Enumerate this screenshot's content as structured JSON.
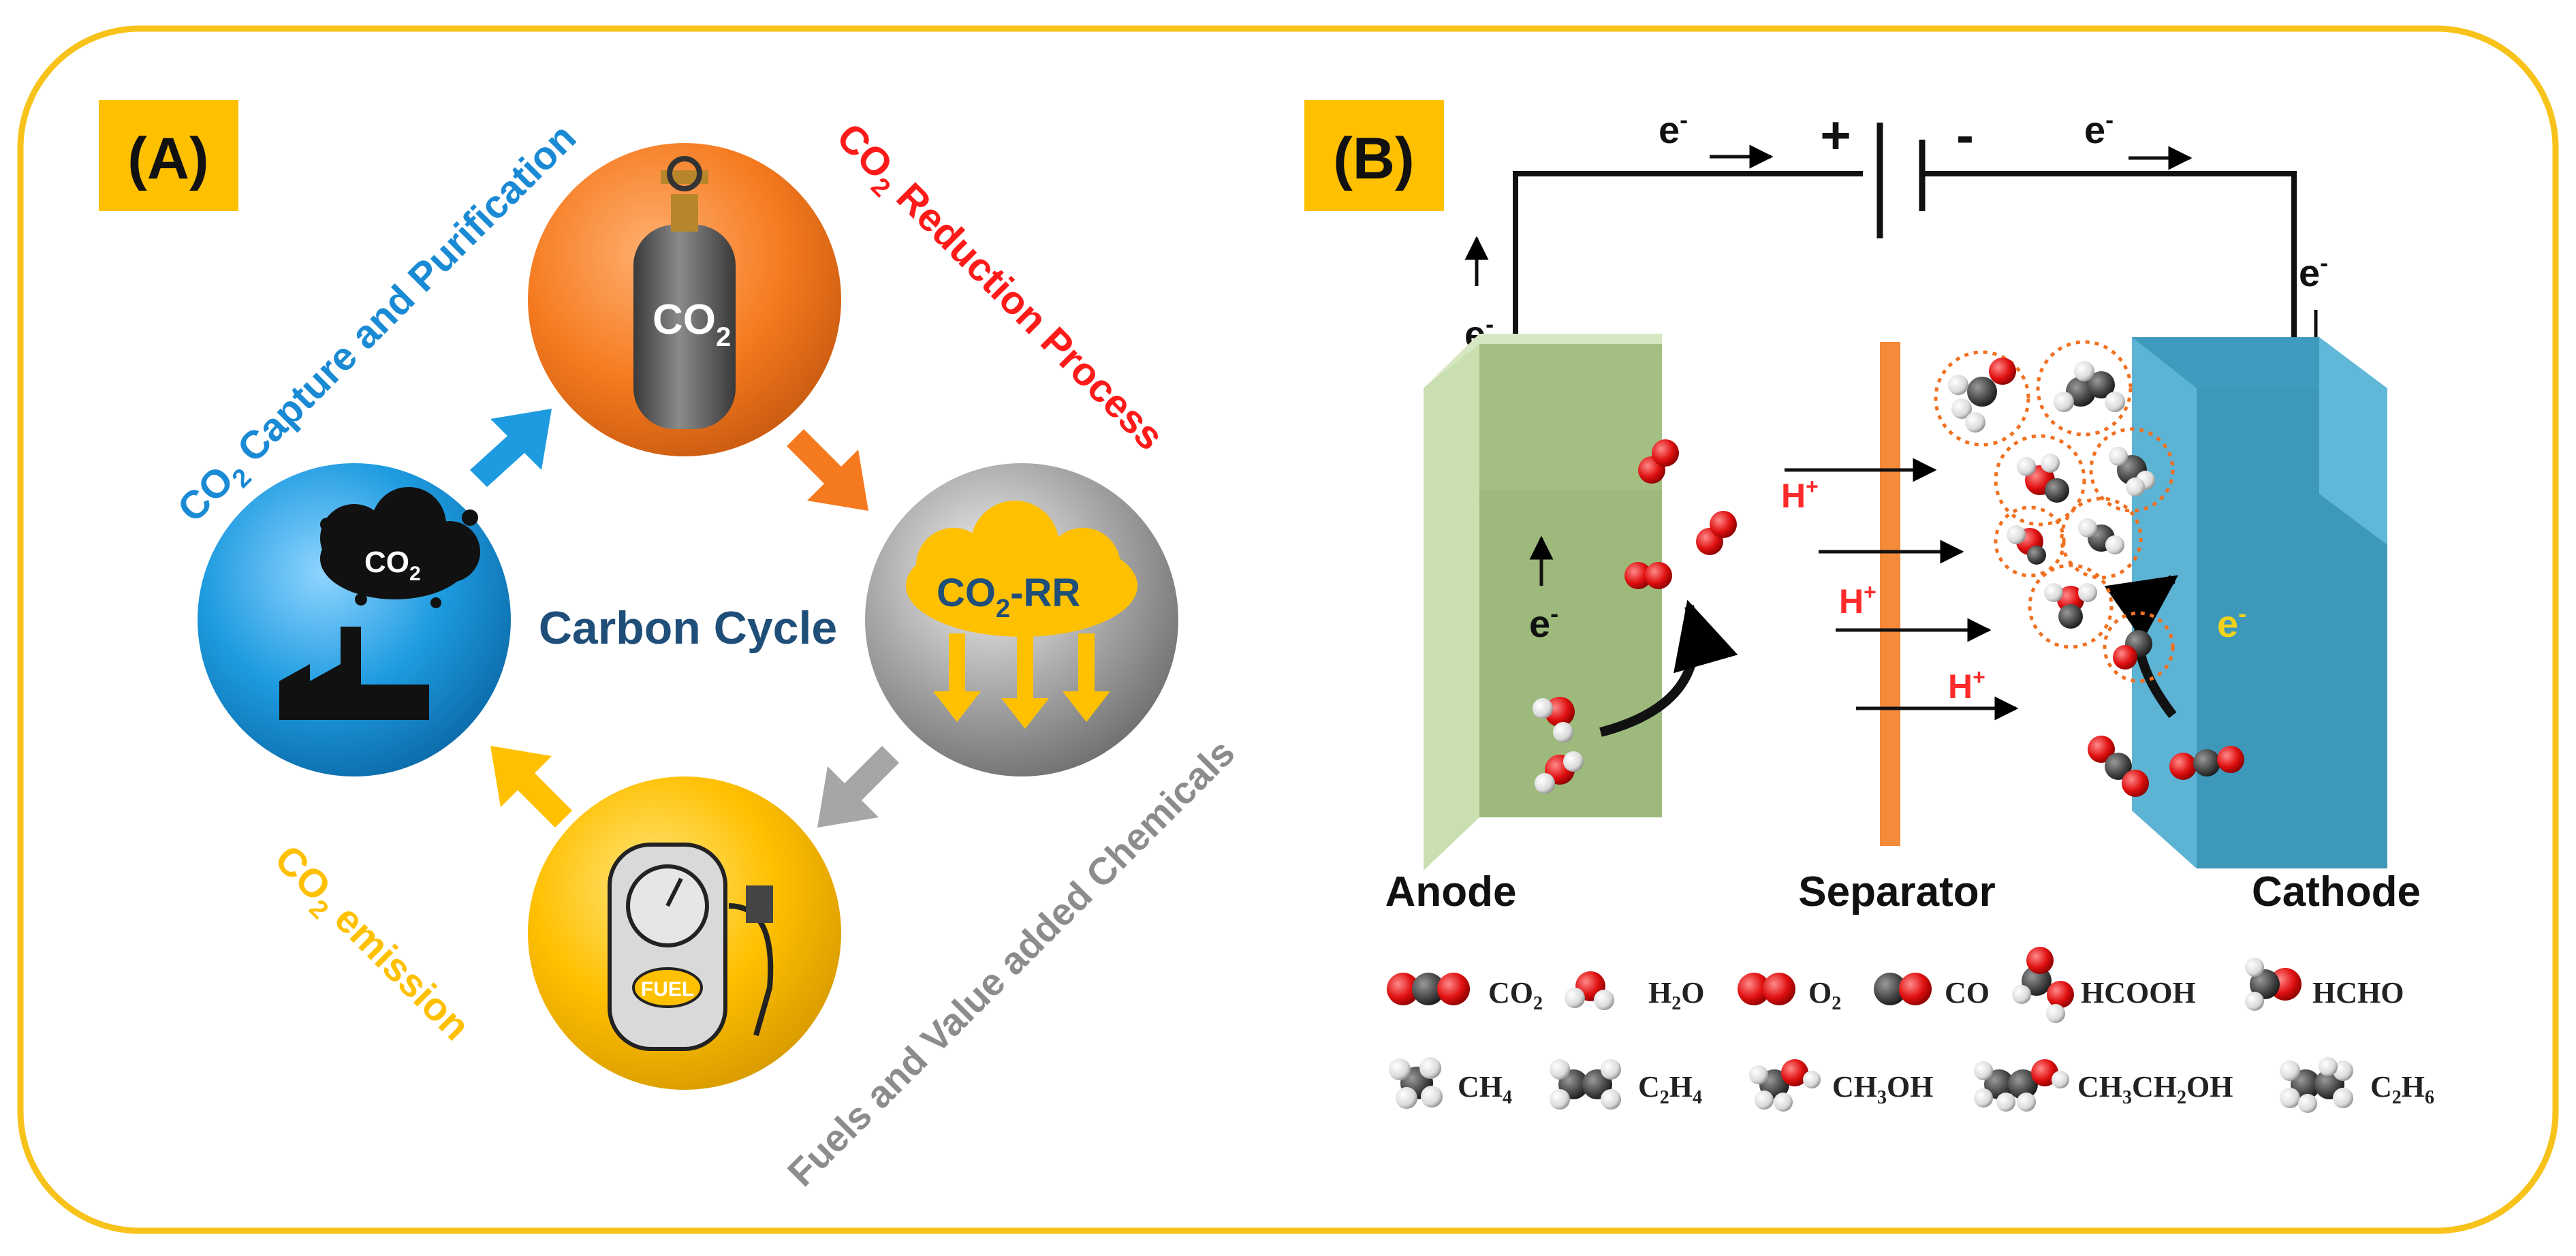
{
  "frame": {
    "border_color": "#F7C21A"
  },
  "panel_a": {
    "badge": "(A)",
    "center_label": "Carbon Cycle",
    "labels": {
      "capture_main": "CO",
      "capture_sub": "2",
      "capture_rest": " Capture and Purification",
      "reduction_main": "CO",
      "reduction_sub": "2",
      "reduction_rest": " Reduction Process",
      "fuels": "Fuels and Value added Chemicals",
      "emission_main": "CO",
      "emission_sub": "2",
      "emission_rest": " emission"
    },
    "circles": {
      "cylinder_main": "CO",
      "cylinder_sub": "2",
      "rr_main": "CO",
      "rr_sub": "2",
      "rr_rest": "-RR",
      "cloud_main": "CO",
      "cloud_sub": "2",
      "fuel_sign": "FUEL"
    },
    "colors": {
      "capture": "#1A8AD4",
      "reduction": "#FF1A1A",
      "fuels": "#8C8C8C",
      "emission": "#FFC000",
      "center": "#1F4E79",
      "orange": "#F57A1F",
      "gray": "#9E9E9E",
      "blue": "#1E9BE0",
      "yellow": "#FFC000"
    }
  },
  "panel_b": {
    "badge": "(B)",
    "plus": "+",
    "minus": "-",
    "electron": "e",
    "electron_sup": "-",
    "proton": "H",
    "proton_sup": "+",
    "labels": {
      "anode": "Anode",
      "separator": "Separator",
      "cathode": "Cathode"
    },
    "legend": [
      {
        "id": "co2",
        "text": "CO",
        "sub": "2"
      },
      {
        "id": "h2o",
        "text": "H",
        "sub": "2",
        "tail": "O"
      },
      {
        "id": "o2",
        "text": "O",
        "sub": "2"
      },
      {
        "id": "co",
        "text": "CO"
      },
      {
        "id": "hcooh",
        "text": "HCOOH"
      },
      {
        "id": "hcho",
        "text": "HCHO"
      },
      {
        "id": "ch4",
        "text": "CH",
        "sub": "4"
      },
      {
        "id": "c2h4",
        "text": "C",
        "sub": "2",
        "tail": "H",
        "sub2": "4"
      },
      {
        "id": "ch3oh",
        "text": "CH",
        "sub": "3",
        "tail": "OH"
      },
      {
        "id": "ch3ch2oh",
        "text": "CH",
        "sub": "3",
        "tail": "CH",
        "sub2": "2",
        "tail2": "OH"
      },
      {
        "id": "c2h6",
        "text": "C",
        "sub": "2",
        "tail": "H",
        "sub2": "6"
      }
    ],
    "colors": {
      "anode": "#A3C082",
      "separator": "#F58A3A",
      "cathode": "#3F9BBE",
      "proton": "#FF2A2A",
      "electron_cathode": "#F2D21B"
    }
  }
}
